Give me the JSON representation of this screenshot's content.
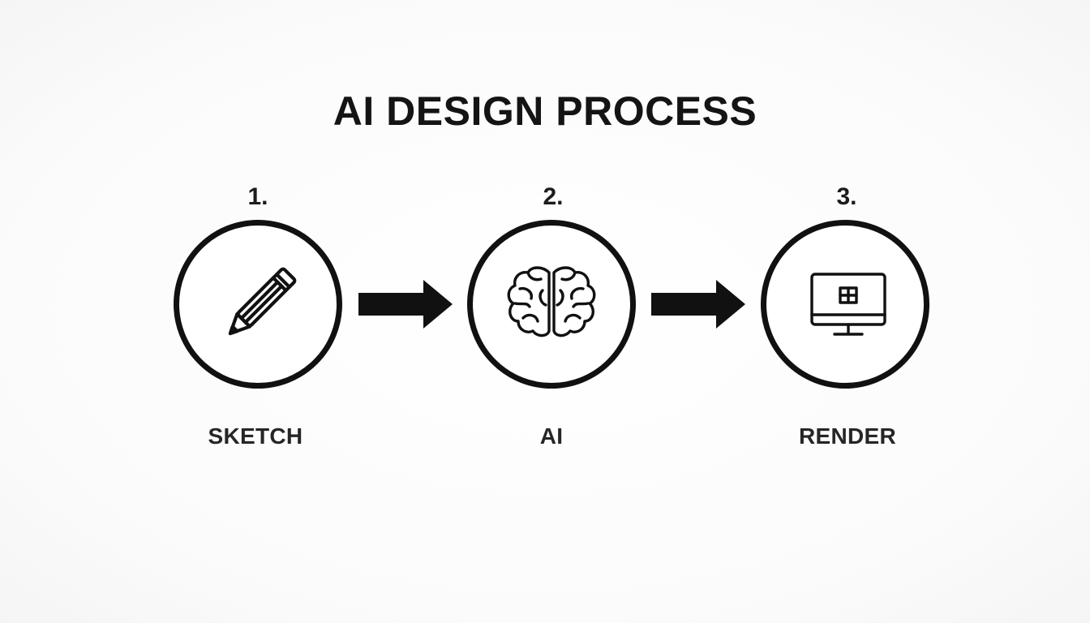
{
  "title": "AI DESIGN PROCESS",
  "steps": [
    {
      "number": "1.",
      "label": "SKETCH",
      "icon": "pencil-icon"
    },
    {
      "number": "2.",
      "label": "AI",
      "icon": "brain-icon"
    },
    {
      "number": "3.",
      "label": "RENDER",
      "icon": "monitor-icon"
    }
  ],
  "colors": {
    "stroke": "#111111",
    "text": "#1a1a1a",
    "background": "#fbfbfb"
  }
}
